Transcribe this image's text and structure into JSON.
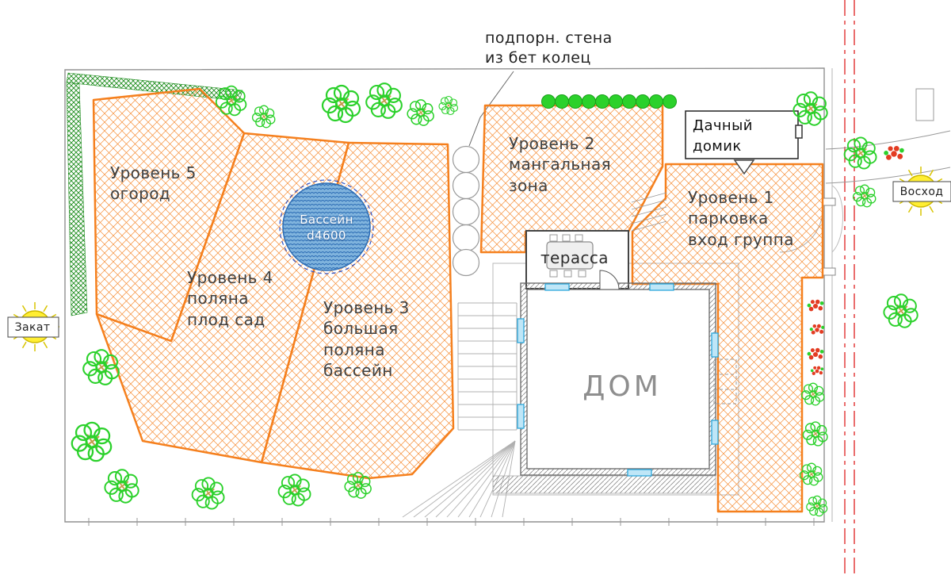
{
  "annotation": {
    "retaining_wall": "подпорн. стена\nиз  бет колец"
  },
  "zones": {
    "zone5": {
      "label": "Уровень 5\nогород"
    },
    "zone4": {
      "label": "Уровень 4\nполяна\nплод  сад"
    },
    "zone3": {
      "label": "Уровень 3\nбольшая\nполяна\nбассейн"
    },
    "zone2": {
      "label": "Уровень 2\nмангальная\nзона"
    },
    "zone1": {
      "label": "Уровень 1\nпарковка\nвход группа"
    }
  },
  "pool": {
    "label": "Бассейн\nd4600"
  },
  "house": {
    "label": "ДОМ"
  },
  "terrace": {
    "label": "терасса"
  },
  "cottage": {
    "label": "Дачный\nдомик"
  },
  "suns": {
    "west": "Закат",
    "east": "Восход"
  },
  "colors": {
    "zone_border": "#f5801e",
    "tree_green": "#2bd12b",
    "hedge_green": "#1c8c1c",
    "pool_blue": "#2d6db5",
    "window_blue": "#2ea8dc",
    "road_axis_red": "#e23030",
    "sun_yellow": "#ffee33"
  }
}
